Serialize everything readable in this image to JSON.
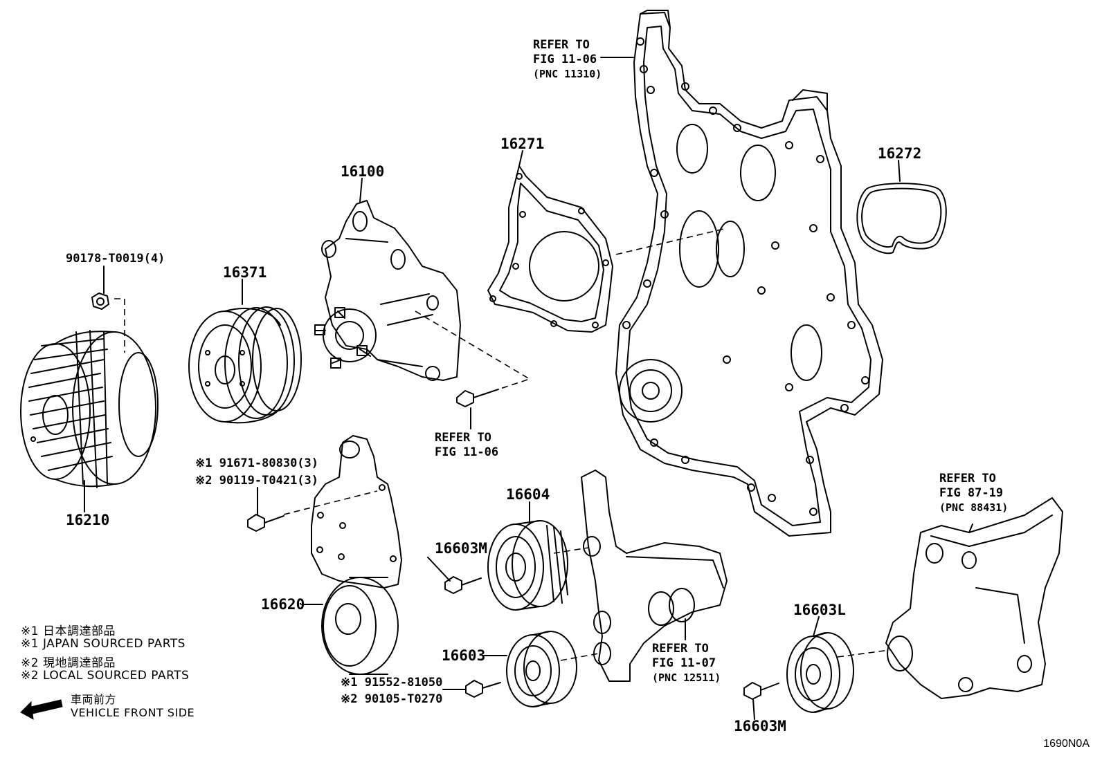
{
  "illustration_code": "1690N0A",
  "part_labels": {
    "p16100": "16100",
    "p16271": "16271",
    "p16272": "16272",
    "p16371": "16371",
    "p16210": "16210",
    "p16604": "16604",
    "p16603M_a": "16603M",
    "p16603M_b": "16603M",
    "p16620": "16620",
    "p16603": "16603",
    "p16603L": "16603L",
    "p90178": "90178-T0019(4)",
    "p91671": "※1 91671-80830(3)",
    "p90119": "※2 90119-T0421(3)",
    "p91552": "※1 91552-81050",
    "p90105": "※2 90105-T0270"
  },
  "references": {
    "ref_top": [
      "REFER TO",
      "FIG 11-06",
      "(PNC 11310)"
    ],
    "ref_mid": [
      "REFER TO",
      "FIG 11-06"
    ],
    "ref_bracket": [
      "REFER TO",
      "FIG 11-07",
      "(PNC 12511)"
    ],
    "ref_right": [
      "REFER TO",
      "FIG 87-19",
      "(PNC 88431)"
    ]
  },
  "legend": {
    "line1": "※1 日本調達部品",
    "line2": "※1 JAPAN SOURCED PARTS",
    "line3": "※2 現地調達部品",
    "line4": "※2 LOCAL SOURCED PARTS"
  },
  "direction": {
    "ja": "車両前方",
    "en": "VEHICLE FRONT SIDE"
  },
  "icons": [
    "front-arrow-icon"
  ]
}
